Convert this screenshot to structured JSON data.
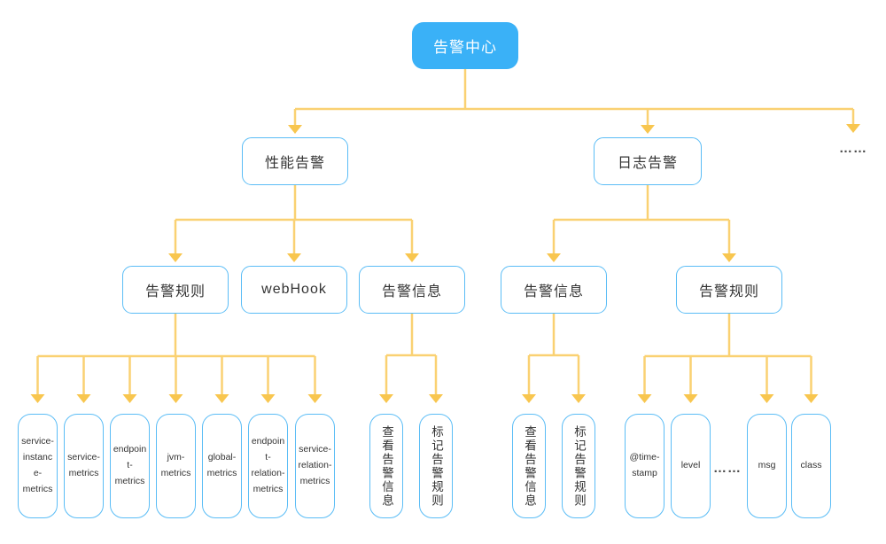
{
  "diagram": {
    "title": "告警中心 hierarchy diagram",
    "colors": {
      "background": "#FFFFFF",
      "root_fill": "#3AB1F7",
      "root_text": "#FFFFFF",
      "node_border": "#5BBDF6",
      "node_text": "#333333",
      "connector": "#FAD172",
      "arrow": "#F8C64F",
      "dots_text": "#4A4A4A"
    },
    "nodes": [
      {
        "id": "root",
        "label": "告警中心",
        "kind": "root"
      },
      {
        "id": "perf",
        "label": "性能告警",
        "kind": "branch"
      },
      {
        "id": "log",
        "label": "日志告警",
        "kind": "branch"
      },
      {
        "id": "dots_top",
        "label": "……",
        "kind": "dots"
      },
      {
        "id": "rules_perf",
        "label": "告警规则",
        "kind": "branch"
      },
      {
        "id": "webhook",
        "label": "webHook",
        "kind": "branch"
      },
      {
        "id": "info_perf",
        "label": "告警信息",
        "kind": "branch"
      },
      {
        "id": "info_log",
        "label": "告警信息",
        "kind": "branch"
      },
      {
        "id": "rules_log",
        "label": "告警规则",
        "kind": "branch"
      },
      {
        "id": "m1",
        "label": "service-instance-metrics",
        "kind": "leaf"
      },
      {
        "id": "m2",
        "label": "service-metrics",
        "kind": "leaf"
      },
      {
        "id": "m3",
        "label": "endpoint-metrics",
        "kind": "leaf"
      },
      {
        "id": "m4",
        "label": "jvm-metrics",
        "kind": "leaf"
      },
      {
        "id": "m5",
        "label": "global-metrics",
        "kind": "leaf"
      },
      {
        "id": "m6",
        "label": "endpoint-relation-metrics",
        "kind": "leaf"
      },
      {
        "id": "m7",
        "label": "service-relation-metrics",
        "kind": "leaf"
      },
      {
        "id": "v1",
        "label": "查看告警信息",
        "kind": "leaf-vertical"
      },
      {
        "id": "v2",
        "label": "标记告警规则",
        "kind": "leaf-vertical"
      },
      {
        "id": "v3",
        "label": "查看告警信息",
        "kind": "leaf-vertical"
      },
      {
        "id": "v4",
        "label": "标记告警规则",
        "kind": "leaf-vertical"
      },
      {
        "id": "t1",
        "label": "@time-stamp",
        "kind": "leaf"
      },
      {
        "id": "t2",
        "label": "level",
        "kind": "leaf"
      },
      {
        "id": "dots_leaf",
        "label": "……",
        "kind": "dots"
      },
      {
        "id": "t3",
        "label": "msg",
        "kind": "leaf"
      },
      {
        "id": "t4",
        "label": "class",
        "kind": "leaf"
      }
    ],
    "edges": [
      {
        "from": "root",
        "to": [
          "perf",
          "log",
          "dots_top"
        ]
      },
      {
        "from": "perf",
        "to": [
          "rules_perf",
          "webhook",
          "info_perf"
        ]
      },
      {
        "from": "log",
        "to": [
          "info_log",
          "rules_log"
        ]
      },
      {
        "from": "rules_perf",
        "to": [
          "m1",
          "m2",
          "m3",
          "m4",
          "m5",
          "m6",
          "m7"
        ]
      },
      {
        "from": "info_perf",
        "to": [
          "v1",
          "v2"
        ]
      },
      {
        "from": "info_log",
        "to": [
          "v3",
          "v4"
        ]
      },
      {
        "from": "rules_log",
        "to": [
          "t1",
          "t2",
          "t3",
          "t4"
        ]
      }
    ]
  }
}
